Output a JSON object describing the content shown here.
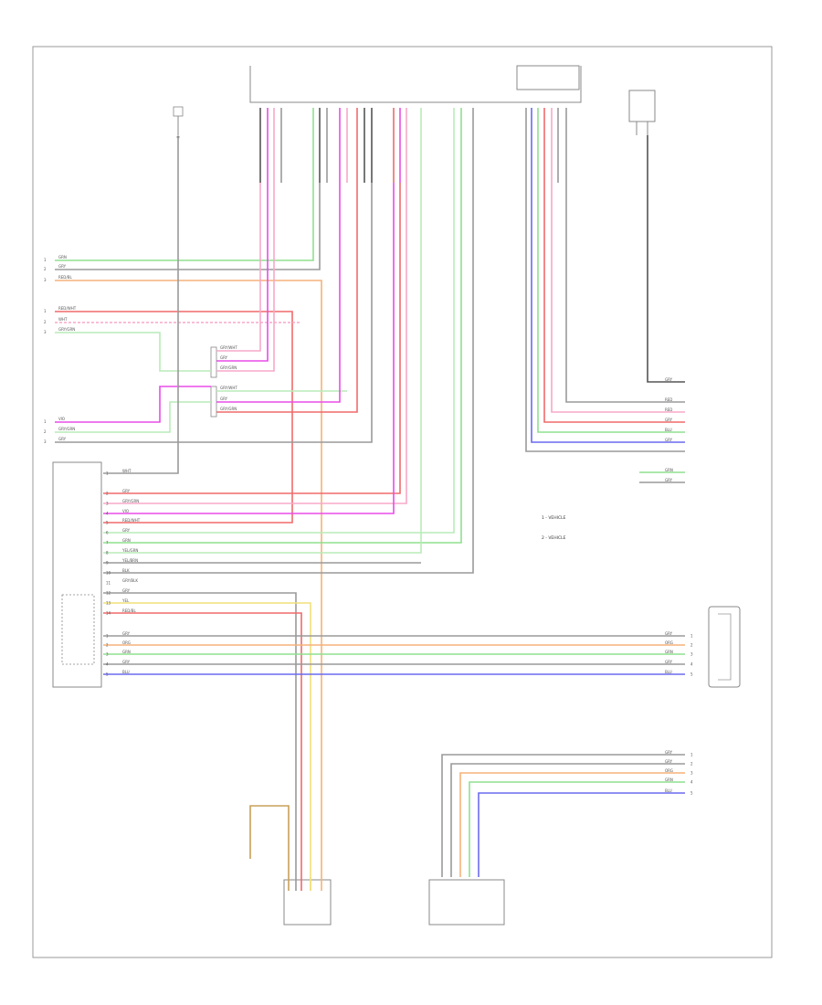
{
  "diagram": {
    "colors": {
      "green": "#8fe08f",
      "gray": "#9a9a9a",
      "orange": "#f5b27a",
      "red": "#f06a6a",
      "pink": "#f7a8c8",
      "magenta": "#e84de8",
      "violet": "#c061e0",
      "blue": "#6a6af0",
      "yellow": "#f0e07a",
      "light_green": "#b8ecb8",
      "dark": "#555555",
      "brown": "#c8a05a"
    },
    "labels": {
      "left_wires": [
        "GRN",
        "GRY",
        "RED/BL",
        "RED/WHT",
        "WHT",
        "GRY/GRN",
        "VIO",
        "GRY/GRN",
        "GRY"
      ],
      "left_nums": [
        "1",
        "2",
        "3",
        "1",
        "2",
        "3",
        "1",
        "2",
        "3"
      ],
      "left_conn_rows": [
        "GRY/WHT",
        "GRY",
        "GRY/GRN",
        "GRY/WHT",
        "GRY",
        "GRY/GRN"
      ],
      "module_pins": [
        "WHT",
        "GRY",
        "GRY/GRN",
        "VIO",
        "RED/WHT",
        "GRY",
        "GRN",
        "YEL/GRN",
        "YEL/BRN",
        "BLK",
        "GRY/BLK",
        "GRY",
        "YEL",
        "RED/BL",
        "GRY",
        "ORG",
        "GRN",
        "GRY",
        "BLU"
      ],
      "pin_nums": [
        "1",
        "2",
        "3",
        "4",
        "5",
        "6",
        "7",
        "8",
        "9",
        "10",
        "11",
        "12",
        "13",
        "14",
        "1",
        "2",
        "3",
        "4",
        "5"
      ],
      "right_upper": [
        "GRY",
        "RED",
        "RED",
        "GRY",
        "BLU",
        "GRY"
      ],
      "right_mid": [
        "GRN",
        "GRY"
      ],
      "right_lower": [
        "GRY",
        "ORG",
        "GRN",
        "GRY",
        "BLU"
      ],
      "right_lower_nums": [
        "1",
        "2",
        "3",
        "4",
        "5"
      ],
      "bottom_right": [
        "GRY",
        "GRY",
        "ORG",
        "GRN",
        "BLU"
      ],
      "bottom_right_nums": [
        "1",
        "2",
        "3",
        "4",
        "5"
      ],
      "notes": [
        "1 - VEHICLE",
        "2 - VEHICLE"
      ]
    }
  }
}
